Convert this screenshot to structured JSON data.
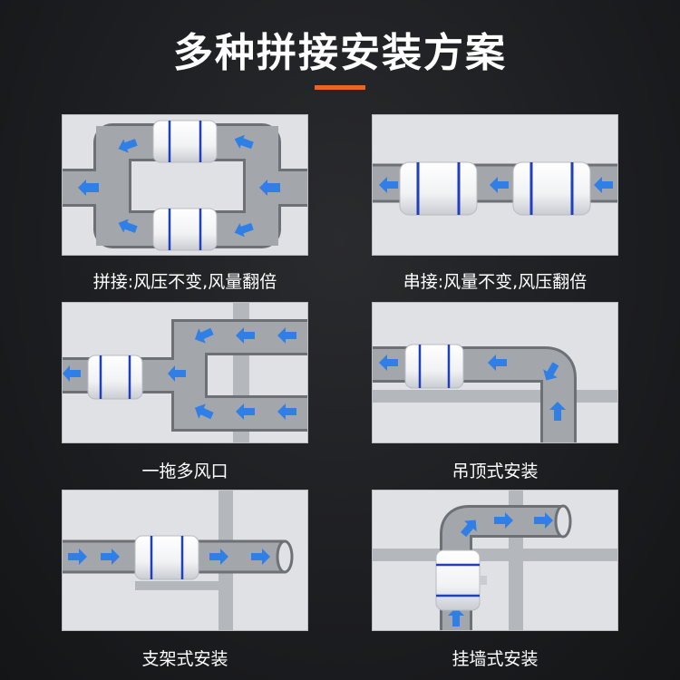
{
  "title": "多种拼接安装方案",
  "colors": {
    "accent": "#e8661d",
    "pipe": "#9b9ea3",
    "pipe_edge": "#6d7075",
    "arrow": "#2f7fe6",
    "fan_band": "#1f3fbf"
  },
  "panels": [
    {
      "caption": "拼接:风压不变,风量翻倍"
    },
    {
      "caption": "串接:风量不变,风压翻倍"
    },
    {
      "caption": "一拖多风口"
    },
    {
      "caption": "吊顶式安装"
    },
    {
      "caption": "支架式安装"
    },
    {
      "caption": "挂墙式安装"
    }
  ]
}
